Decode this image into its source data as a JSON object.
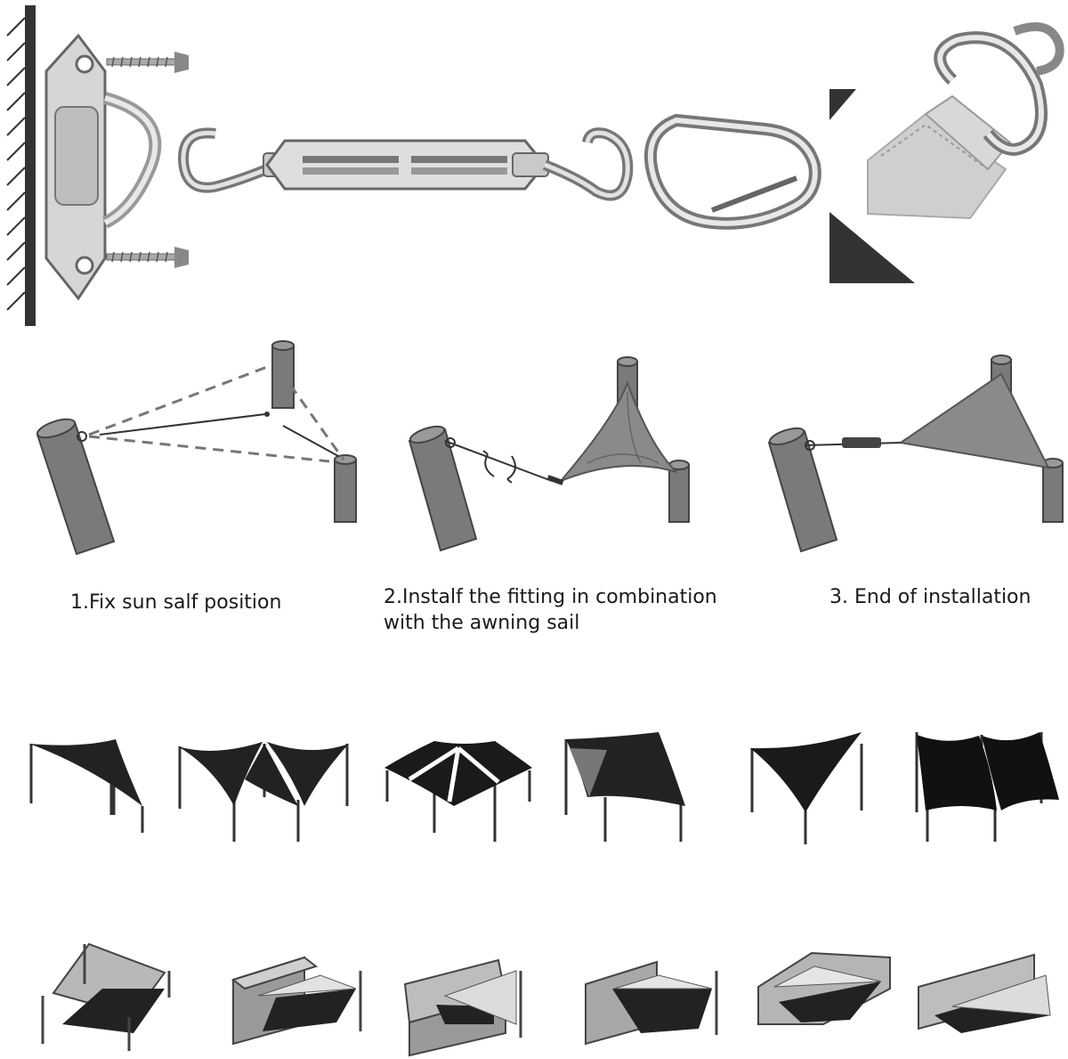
{
  "steps": [
    {
      "text": "1.Fix sun salf position"
    },
    {
      "text_line1": "2.Instalf the fitting in combination",
      "text_line2": "with the awning sail"
    },
    {
      "text": "3. End of installation"
    }
  ],
  "hardware": [
    "pad-eye-plate-icon",
    "screw-icon",
    "hook-icon",
    "turnbuckle-icon",
    "carabiner-icon",
    "sail-corner-ring-icon"
  ],
  "colors": {
    "ink": "#1a1a1a",
    "sail": "#8a8a8a",
    "post": "#777777",
    "metal": "#c8c8c8",
    "outline": "#444444"
  }
}
